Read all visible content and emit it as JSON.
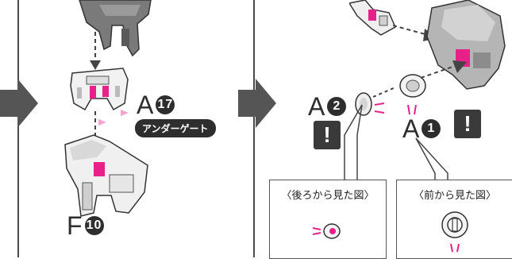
{
  "step_left": {
    "label_a17_letter": "A",
    "label_a17_num": "17",
    "under_gate_tag": "アンダーゲート",
    "label_f10_letter": "F",
    "label_f10_num": "10"
  },
  "step_right": {
    "label_a2_letter": "A",
    "label_a2_num": "2",
    "label_a1_letter": "A",
    "label_a1_num": "1",
    "warning_mark": "!",
    "rear_view_caption": "〈後ろから見た図〉",
    "front_view_caption": "〈前から見た図〉"
  },
  "colors": {
    "accent_pink": "#e8218a",
    "arrow_gray": "#6b6b6b",
    "ink": "#2e2e2e"
  }
}
